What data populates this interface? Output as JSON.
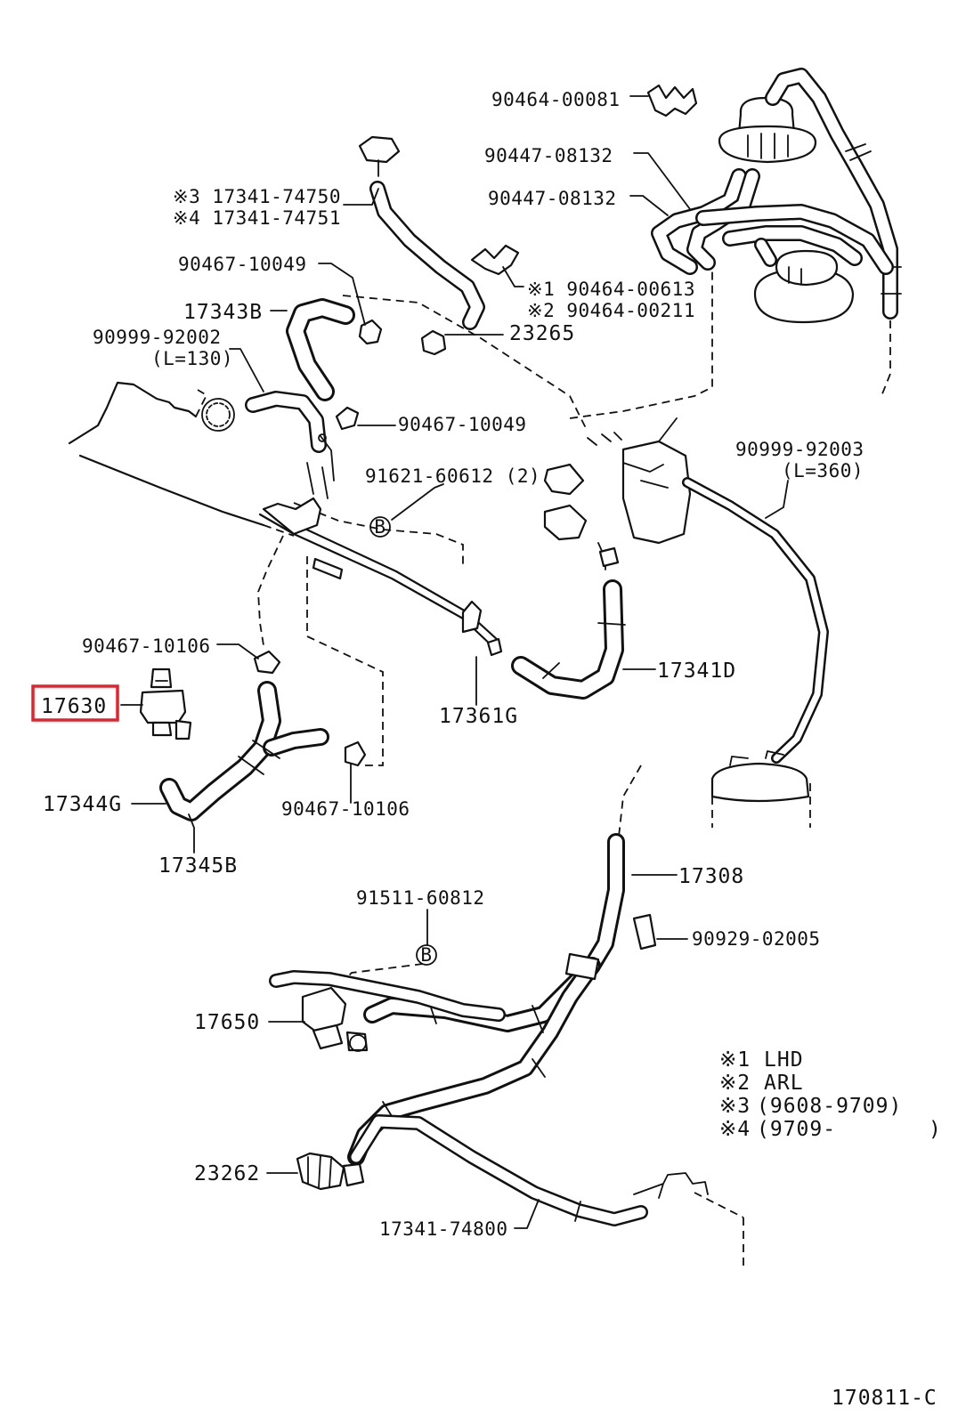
{
  "labels": {
    "p90464_00081": "90464-00081",
    "p90447_08132_a": "90447-08132",
    "p90447_08132_b": "90447-08132",
    "p17341_74750": "※3 17341-74750",
    "p17341_74751": "※4 17341-74751",
    "p90467_10049_a": "90467-10049",
    "p90464_00613": "※1 90464-00613",
    "p90464_00211": "※2 90464-00211",
    "p17343B": "17343B",
    "p23265": "23265",
    "p90999_92002": "90999-92002",
    "p90999_92002_len": "(L=130)",
    "p90467_10049_b": "90467-10049",
    "p90999_92003": "90999-92003",
    "p90999_92003_len": "(L=360)",
    "p91621_60612": "91621-60612 (2)",
    "p90467_10106_a": "90467-10106",
    "p17630": "17630",
    "p17341D": "17341D",
    "p17361G": "17361G",
    "p17344G": "17344G",
    "p90467_10106_b": "90467-10106",
    "p17345B": "17345B",
    "p17308": "17308",
    "p91511_60812": "91511-60812",
    "p90929_02005": "90929-02005",
    "p17650": "17650",
    "p23262": "23262",
    "p17341_74800": "17341-74800",
    "marker_b1": "B",
    "marker_b2": "B"
  },
  "notes": [
    {
      "mark": "※1",
      "text": "LHD"
    },
    {
      "mark": "※2",
      "text": "ARL"
    },
    {
      "mark": "※3",
      "text": "(9608-9709)"
    },
    {
      "mark": "※4",
      "text": "(9709-       )"
    }
  ],
  "diagram_id": "170811-C",
  "highlight": {
    "part": "17630",
    "color": "#e8202a"
  }
}
